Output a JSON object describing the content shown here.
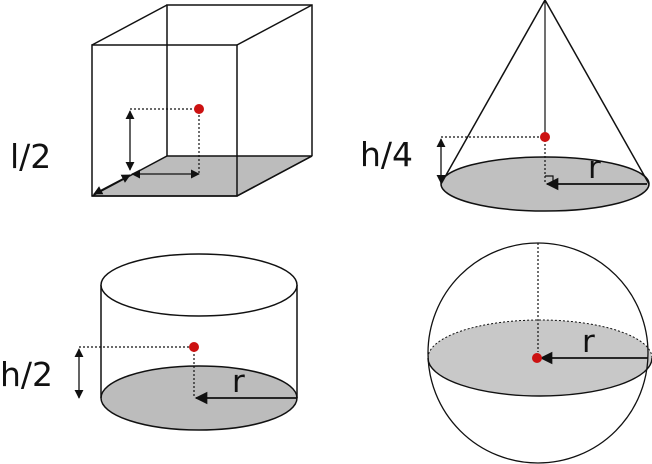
{
  "figure": {
    "cube": {
      "label": "l/2"
    },
    "cone": {
      "height_label": "h/4",
      "radius_label": "r"
    },
    "cylinder": {
      "height_label": "h/2",
      "radius_label": "r"
    },
    "sphere": {
      "radius_label": "r"
    }
  },
  "colors": {
    "centroid": "#cc1111",
    "fill": "#c8c8c8",
    "stroke": "#111111"
  }
}
